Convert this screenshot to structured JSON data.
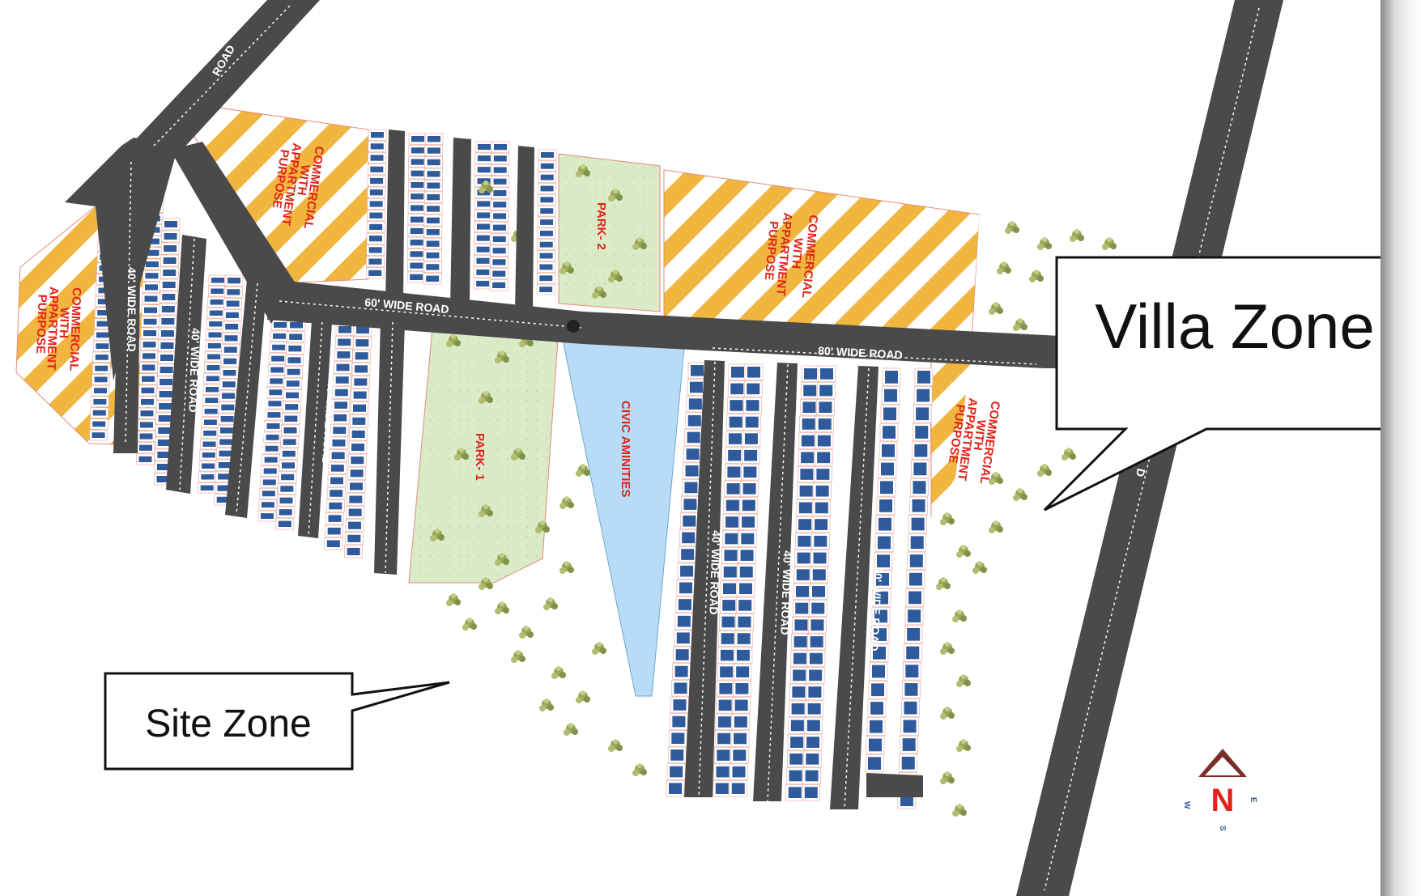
{
  "colors": {
    "road": "#4a4a4a",
    "commercial_stripe": "#f0b640",
    "park": "#dbebc8",
    "civic": "#b8dcf6",
    "plot_fill": "#ffffff",
    "building": "#2f5b9c",
    "label_red": "#e0241b",
    "callout_border": "#111111"
  },
  "roads": {
    "top_left": "ROAD",
    "sixty_wide": "60' WIDE ROAD",
    "eighty_wide": "80' WIDE ROAD",
    "forty_wide": "40' WIDE ROAD",
    "thirty_wide": "30' WIDE ROAD",
    "right_partial": "D"
  },
  "zones": {
    "commercial": [
      "COMMERCIAL",
      "WITH",
      "APPARTMENT",
      "PURPOSE"
    ],
    "park_1": "PARK- 1",
    "park_2": "PARK- 2",
    "civic": "CIVIC AMINITIES"
  },
  "callouts": {
    "villa": "Villa Zone",
    "site": "Site Zone"
  },
  "compass": {
    "north": "N",
    "east": "E",
    "west": "W",
    "south": "S"
  }
}
